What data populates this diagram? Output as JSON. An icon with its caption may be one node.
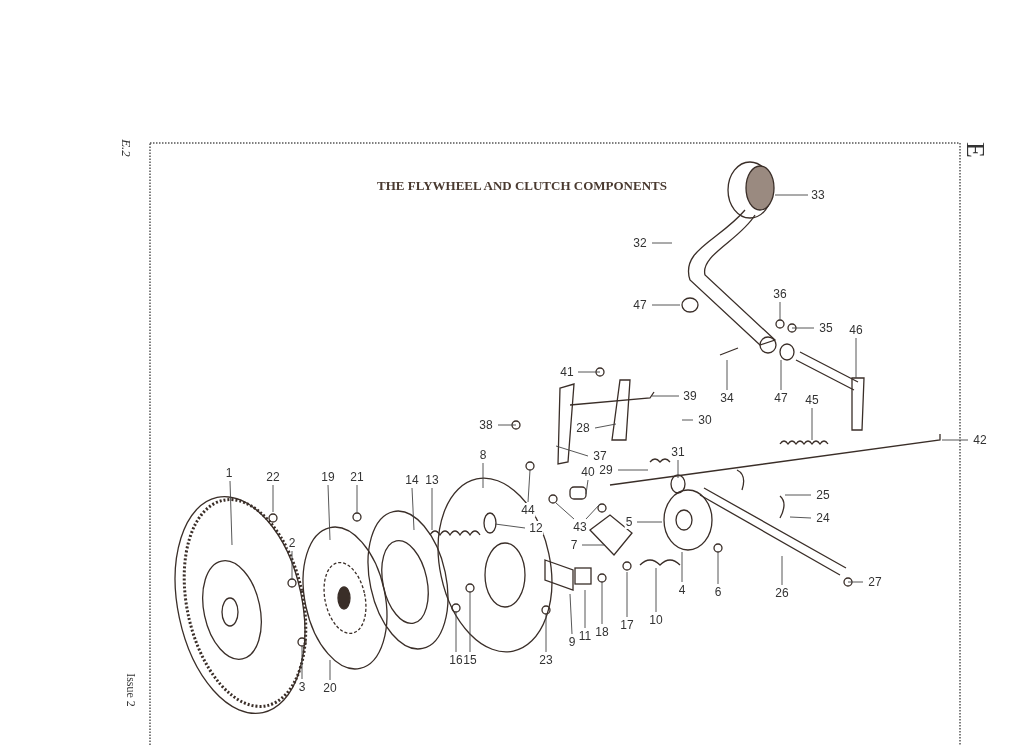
{
  "diagram": {
    "title": "THE FLYWHEEL AND CLUTCH COMPONENTS",
    "nodes": [
      {
        "text": [
          "33"
        ]
      },
      {
        "text": [
          "32"
        ]
      },
      {
        "text": [
          "36"
        ]
      },
      {
        "text": [
          "35"
        ]
      },
      {
        "text": [
          "46"
        ]
      },
      {
        "text": [
          "47"
        ]
      },
      {
        "text": [
          "41"
        ]
      },
      {
        "text": [
          "34"
        ]
      },
      {
        "text": [
          "47"
        ]
      },
      {
        "text": [
          "39"
        ]
      },
      {
        "text": [
          "45"
        ]
      },
      {
        "text": [
          "38"
        ]
      },
      {
        "text": [
          "28"
        ]
      },
      {
        "text": [
          "30"
        ]
      },
      {
        "text": [
          "37"
        ]
      },
      {
        "text": [
          "42"
        ]
      },
      {
        "text": [
          "31"
        ]
      },
      {
        "text": [
          "29"
        ]
      },
      {
        "text": [
          "40"
        ]
      },
      {
        "text": [
          "44"
        ]
      },
      {
        "text": [
          "1"
        ]
      },
      {
        "text": [
          "22"
        ]
      },
      {
        "text": [
          "19"
        ]
      },
      {
        "text": [
          "21"
        ]
      },
      {
        "text": [
          "14"
        ]
      },
      {
        "text": [
          "13"
        ]
      },
      {
        "text": [
          "8"
        ]
      },
      {
        "text": [
          "25"
        ]
      },
      {
        "text": [
          "12"
        ]
      },
      {
        "text": [
          "5"
        ]
      },
      {
        "text": [
          "43"
        ]
      },
      {
        "text": [
          "24"
        ]
      },
      {
        "text": [
          "7"
        ]
      },
      {
        "text": [
          "2"
        ]
      },
      {
        "text": [
          "27"
        ]
      },
      {
        "text": [
          "4"
        ]
      },
      {
        "text": [
          "6"
        ]
      },
      {
        "text": [
          "26"
        ]
      },
      {
        "text": [
          "10"
        ]
      },
      {
        "text": [
          "17"
        ]
      },
      {
        "text": [
          "18"
        ]
      },
      {
        "text": [
          "11"
        ]
      },
      {
        "text": [
          "9"
        ]
      },
      {
        "text": [
          "16"
        ]
      },
      {
        "text": [
          "15"
        ]
      },
      {
        "text": [
          "23"
        ]
      },
      {
        "text": [
          "3"
        ]
      },
      {
        "text": [
          "20"
        ]
      }
    ],
    "edges": [
      {
        "from": 0,
        "to": null,
        "arrow": "none"
      },
      {
        "from": 1,
        "to": null,
        "arrow": "none"
      },
      {
        "from": 2,
        "to": null,
        "arrow": "none"
      },
      {
        "from": 3,
        "to": null,
        "arrow": "none"
      },
      {
        "from": 4,
        "to": null,
        "arrow": "none"
      },
      {
        "from": 5,
        "to": null,
        "arrow": "none"
      },
      {
        "from": 6,
        "to": null,
        "arrow": "none"
      },
      {
        "from": 7,
        "to": null,
        "arrow": "none"
      },
      {
        "from": 8,
        "to": null,
        "arrow": "none"
      },
      {
        "from": 9,
        "to": null,
        "arrow": "none"
      },
      {
        "from": 10,
        "to": null,
        "arrow": "none"
      },
      {
        "from": 11,
        "to": null,
        "arrow": "none"
      },
      {
        "from": 12,
        "to": null,
        "arrow": "none"
      },
      {
        "from": 13,
        "to": null,
        "arrow": "none"
      },
      {
        "from": 14,
        "to": null,
        "arrow": "none"
      },
      {
        "from": 15,
        "to": null,
        "arrow": "none"
      },
      {
        "from": 16,
        "to": null,
        "arrow": "none"
      },
      {
        "from": 17,
        "to": null,
        "arrow": "none"
      },
      {
        "from": 18,
        "to": null,
        "arrow": "none"
      },
      {
        "from": 19,
        "to": null,
        "arrow": "none"
      },
      {
        "from": 20,
        "to": null,
        "arrow": "none"
      },
      {
        "from": 21,
        "to": null,
        "arrow": "none"
      },
      {
        "from": 22,
        "to": null,
        "arrow": "none"
      },
      {
        "from": 23,
        "to": null,
        "arrow": "none"
      },
      {
        "from": 24,
        "to": null,
        "arrow": "none"
      },
      {
        "from": 25,
        "to": null,
        "arrow": "none"
      },
      {
        "from": 26,
        "to": null,
        "arrow": "none"
      },
      {
        "from": 27,
        "to": null,
        "arrow": "none"
      },
      {
        "from": 28,
        "to": null,
        "arrow": "none"
      },
      {
        "from": 29,
        "to": null,
        "arrow": "none"
      },
      {
        "from": 30,
        "to": null,
        "arrow": "none"
      },
      {
        "from": 30,
        "to": null,
        "arrow": "none"
      },
      {
        "from": 31,
        "to": null,
        "arrow": "none"
      },
      {
        "from": 32,
        "to": null,
        "arrow": "none"
      },
      {
        "from": 33,
        "to": null,
        "arrow": "none"
      },
      {
        "from": 34,
        "to": null,
        "arrow": "none"
      },
      {
        "from": 35,
        "to": null,
        "arrow": "none"
      },
      {
        "from": 36,
        "to": null,
        "arrow": "none"
      },
      {
        "from": 37,
        "to": null,
        "arrow": "none"
      },
      {
        "from": 38,
        "to": null,
        "arrow": "none"
      },
      {
        "from": 39,
        "to": null,
        "arrow": "none"
      },
      {
        "from": 40,
        "to": null,
        "arrow": "none"
      },
      {
        "from": 41,
        "to": null,
        "arrow": "none"
      },
      {
        "from": 42,
        "to": null,
        "arrow": "none"
      },
      {
        "from": 43,
        "to": null,
        "arrow": "none"
      },
      {
        "from": 44,
        "to": null,
        "arrow": "none"
      },
      {
        "from": 45,
        "to": null,
        "arrow": "none"
      },
      {
        "from": 46,
        "to": null,
        "arrow": "none"
      },
      {
        "from": 47,
        "to": null,
        "arrow": "none"
      }
    ],
    "labels": [
      "E.2",
      "E",
      "Issue 2"
    ]
  }
}
